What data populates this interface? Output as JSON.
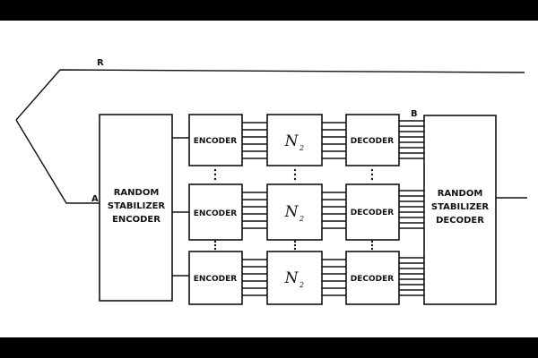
{
  "labels": {
    "reference": "R",
    "input": "A",
    "output": "B"
  },
  "encoder_left": {
    "line1": "RANDOM",
    "line2": "STABILIZER",
    "line3": "ENCODER"
  },
  "decoder_right": {
    "line1": "RANDOM",
    "line2": "STABILIZER",
    "line3": "DECODER"
  },
  "rows": [
    {
      "encoder": "ENCODER",
      "channel": "N",
      "channel_sub": "2",
      "decoder": "DECODER"
    },
    {
      "encoder": "ENCODER",
      "channel": "N",
      "channel_sub": "2",
      "decoder": "DECODER"
    },
    {
      "encoder": "ENCODER",
      "channel": "N",
      "channel_sub": "2",
      "decoder": "DECODER"
    }
  ]
}
